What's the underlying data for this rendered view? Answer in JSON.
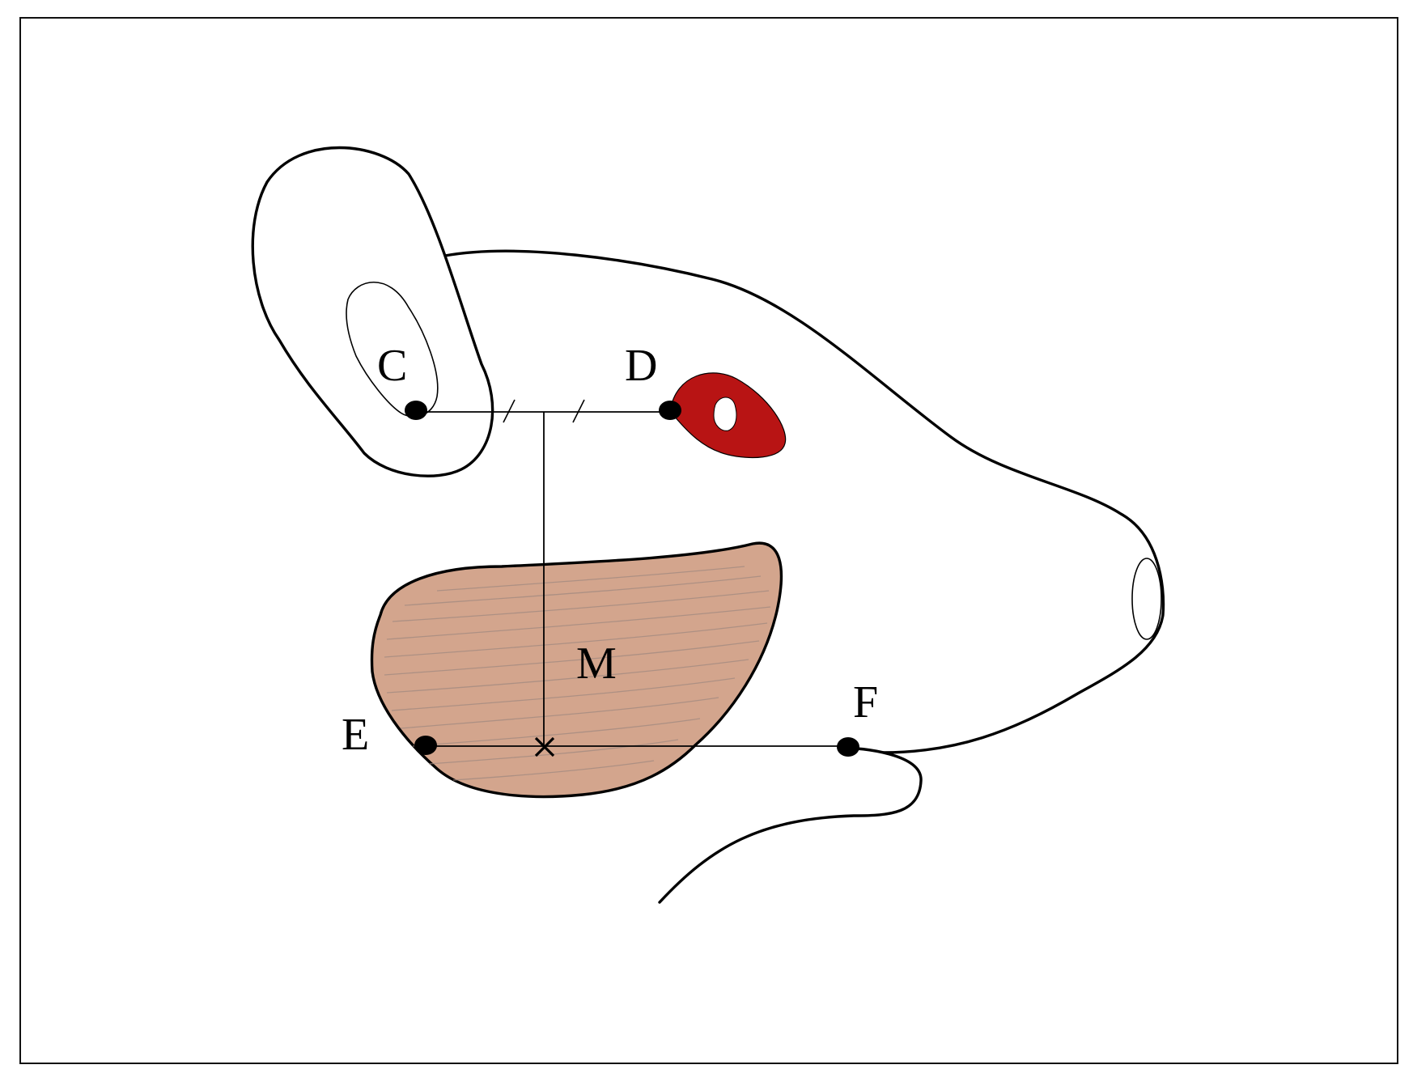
{
  "labels": {
    "c": "C",
    "d": "D",
    "m": "M",
    "e": "E",
    "f": "F"
  },
  "colors": {
    "background": "#ffffff",
    "outline": "#000000",
    "eye": "#b81414",
    "masseter_muscle": "#d3a58d",
    "muscle_striations": "#a08a80"
  },
  "icons": {
    "midpoint_marker": "x-cross-icon",
    "equal_segment_marks": "tick-mark-icon"
  }
}
